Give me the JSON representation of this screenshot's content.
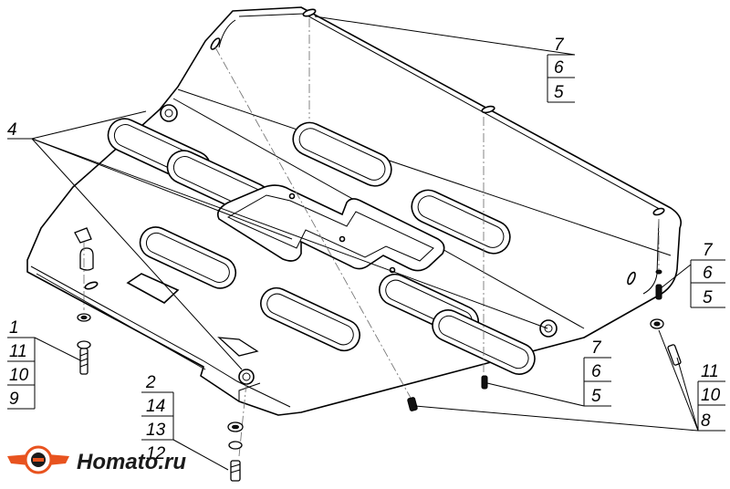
{
  "callouts": {
    "top_right": [
      "7",
      "6",
      "5"
    ],
    "left_numbers": [
      "4"
    ],
    "right_upper": [
      "7",
      "6",
      "5"
    ],
    "center_low": [
      "7",
      "6",
      "5"
    ],
    "right_low": [
      "11",
      "10",
      "8"
    ],
    "left_bolt": [
      "1",
      "11",
      "10",
      "9"
    ],
    "bottom_bolt": [
      "2",
      "14",
      "13",
      "12"
    ]
  },
  "logo": {
    "text": "Homato.ru",
    "colors": {
      "wing": "#e8531f",
      "text": "#1a1a1a"
    }
  }
}
